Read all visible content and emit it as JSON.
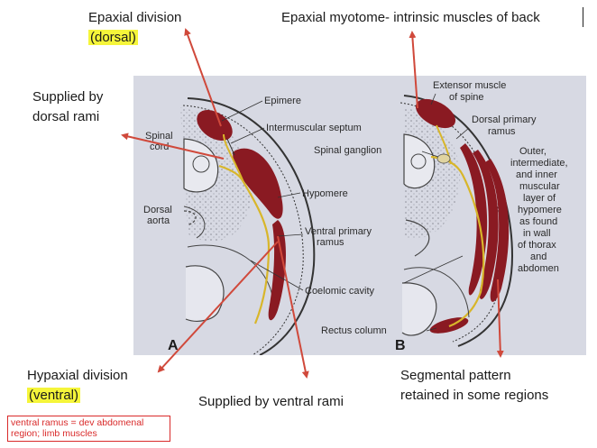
{
  "slide": {
    "epaxial_division_line1": "Epaxial division",
    "epaxial_division_line2": "(dorsal)",
    "epaxial_myotome": "Epaxial myotome- intrinsic muscles of back",
    "supplied_dorsal_line1": "Supplied by",
    "supplied_dorsal_line2": "dorsal rami",
    "hypaxial_division_line1": "Hypaxial division",
    "hypaxial_division_line2": "(ventral)",
    "supplied_ventral": "Supplied by ventral rami",
    "segmental_line1": "Segmental pattern",
    "segmental_line2": "retained in some regions",
    "note_line1": "ventral ramus = dev abdomenal",
    "note_line2": "region; limb muscles",
    "highlight_color": "#f5f53a",
    "arrow_color": "#d0493b",
    "note_color": "#d92a2a"
  },
  "figure": {
    "panel_a": "A",
    "panel_b": "B",
    "epimere": "Epimere",
    "intermuscular_septum": "Intermuscular septum",
    "spinal_cord_1": "Spinal",
    "spinal_cord_2": "cord",
    "hypomere": "Hypomere",
    "dorsal_aorta_1": "Dorsal",
    "dorsal_aorta_2": "aorta",
    "ventral_primary_1": "Ventral primary",
    "ventral_primary_2": "ramus",
    "coelomic_cavity": "Coelomic cavity",
    "extensor_1": "Extensor muscle",
    "extensor_2": "of spine",
    "dorsal_primary_1": "Dorsal primary",
    "dorsal_primary_2": "ramus",
    "spinal_ganglion": "Spinal ganglion",
    "layers_1": "Outer,",
    "layers_2": "intermediate,",
    "layers_3": "and inner",
    "layers_4": "muscular",
    "layers_5": "layer of",
    "layers_6": "hypomere",
    "layers_7": "as found",
    "layers_8": "in wall",
    "layers_9": "of thorax",
    "layers_10": "and",
    "layers_11": "abdomen",
    "rectus_column": "Rectus column",
    "muscle_color": "#8a1a22",
    "nerve_color": "#d8b62a"
  }
}
